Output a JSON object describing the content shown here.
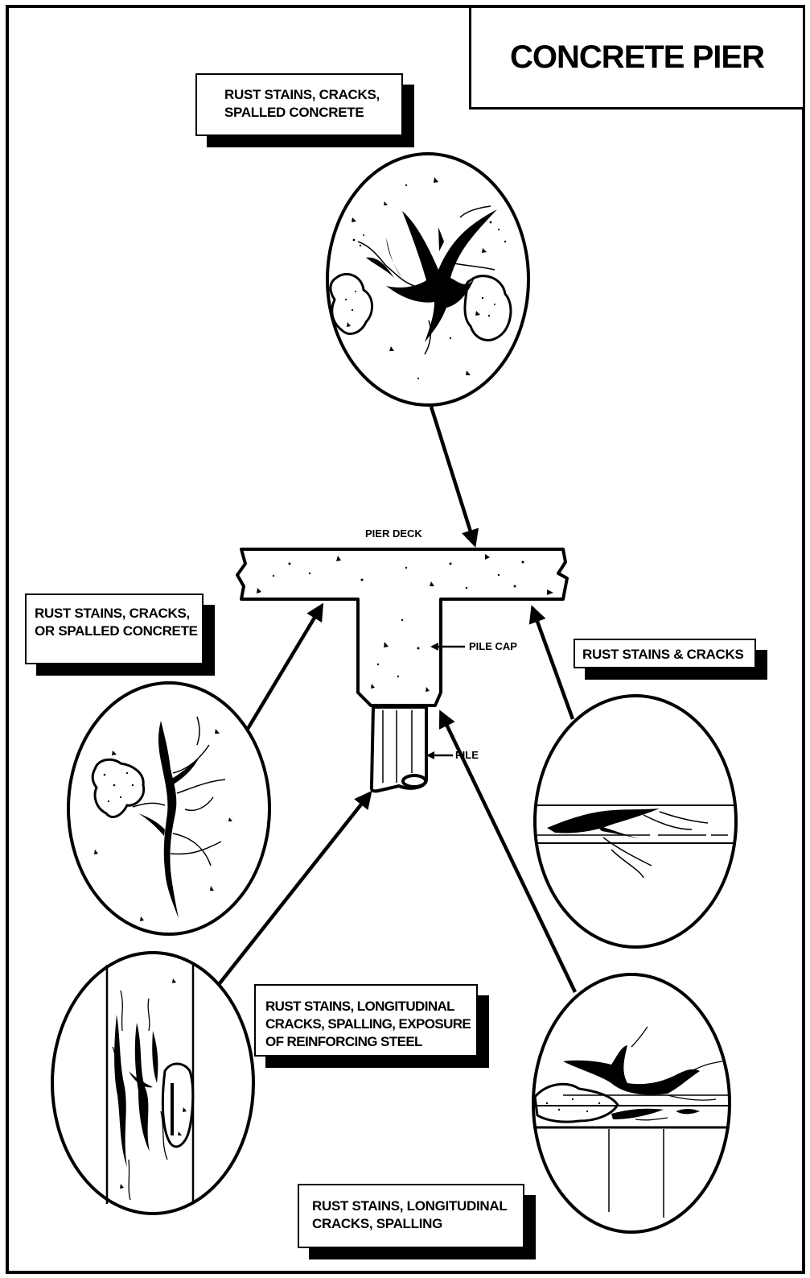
{
  "title": "CONCRETE PIER",
  "structure_labels": {
    "pier_deck": "PIER DECK",
    "pile_cap": "PILE CAP",
    "pile": "PILE"
  },
  "callouts": {
    "deck_top": "RUST STAINS, CRACKS,\nSPALLED CONCRETE",
    "pile_cap_left": "RUST STAINS, CRACKS,\nOR SPALLED CONCRETE",
    "deck_right": "RUST STAINS & CRACKS",
    "pile_left": "RUST STAINS, LONGITUDINAL\nCRACKS, SPALLING, EXPOSURE\nOF REINFORCING STEEL",
    "pile_right": "RUST STAINS, LONGITUDINAL\nCRACKS, SPALLING"
  },
  "colors": {
    "ink": "#000000",
    "paper": "#ffffff"
  }
}
